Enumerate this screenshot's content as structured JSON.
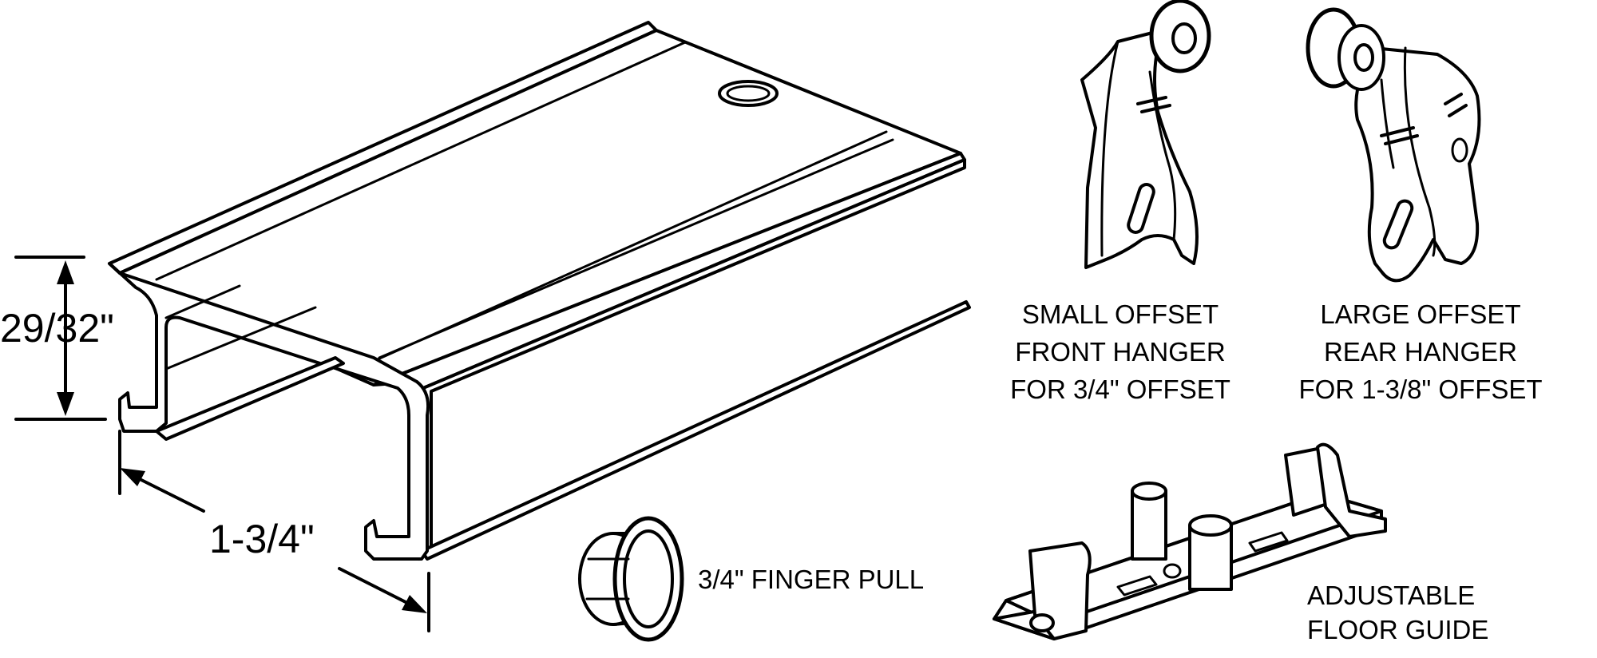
{
  "dimensions": {
    "height": "29/32\"",
    "width": "1-3/4\""
  },
  "parts": {
    "front_hanger": [
      "SMALL OFFSET",
      "FRONT HANGER",
      "FOR 3/4\" OFFSET"
    ],
    "rear_hanger": [
      "LARGE OFFSET",
      "REAR HANGER",
      "FOR 1-3/8\" OFFSET"
    ],
    "finger_pull": "3/4\" FINGER PULL",
    "floor_guide": [
      "ADJUSTABLE",
      "FLOOR GUIDE"
    ]
  }
}
